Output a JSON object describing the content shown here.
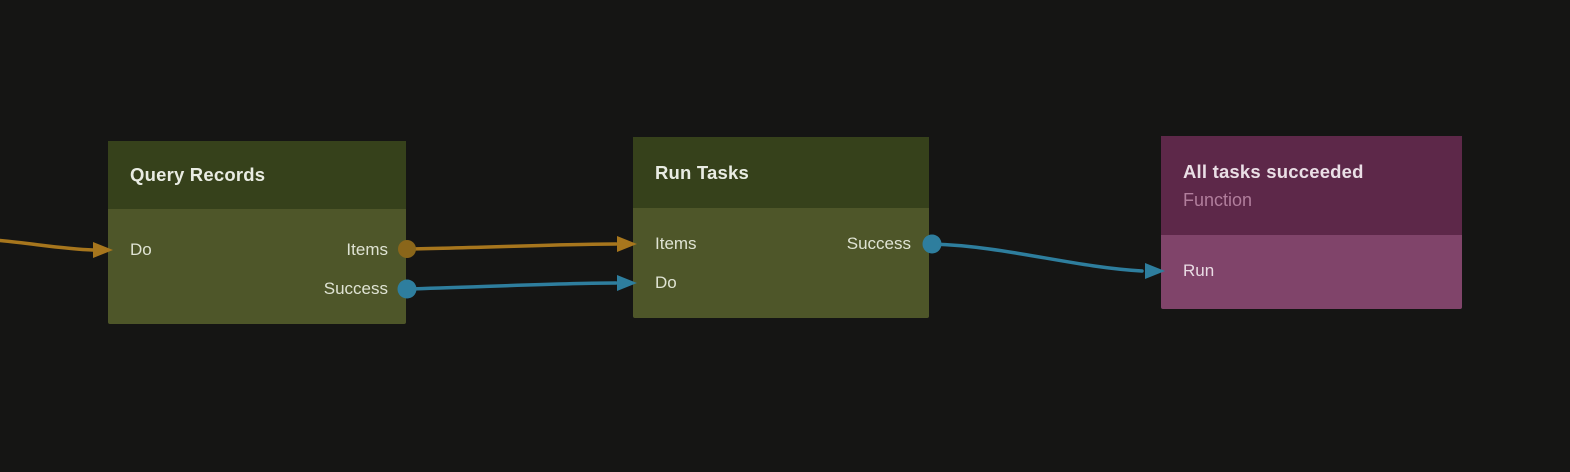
{
  "canvas": {
    "background": "#151514"
  },
  "colors": {
    "canvas_bg": "#151514",
    "node_green_header": "#36411b",
    "node_green_body": "#4e5629",
    "node_purple_header": "#5d2849",
    "node_purple_body": "#80446a",
    "wire_orange": "#a7761d",
    "dot_orange": "#8a661a",
    "wire_blue": "#2e7e9e",
    "title_text": "#e9ece3",
    "port_text": "#dfe3d3",
    "purple_title_text": "#eadfe6",
    "purple_subtitle_text": "#b17e9c",
    "purple_port_text": "#e9dce4"
  },
  "nodes": [
    {
      "title": "Query Records",
      "inputs": [
        "Do"
      ],
      "outputs": [
        "Items",
        "Success"
      ]
    },
    {
      "title": "Run Tasks",
      "inputs": [
        "Items",
        "Do"
      ],
      "outputs": [
        "Success"
      ]
    },
    {
      "title": "All tasks succeeded",
      "subtitle": "Function",
      "inputs": [
        "Run"
      ],
      "outputs": []
    }
  ],
  "connections": [
    {
      "from": "offscreen-left",
      "to": "Query Records.Do",
      "color": "orange"
    },
    {
      "from": "Query Records.Items",
      "to": "Run Tasks.Items",
      "color": "orange"
    },
    {
      "from": "Query Records.Success",
      "to": "Run Tasks.Do",
      "color": "blue"
    },
    {
      "from": "Run Tasks.Success",
      "to": "All tasks succeeded.Run",
      "color": "blue"
    }
  ]
}
